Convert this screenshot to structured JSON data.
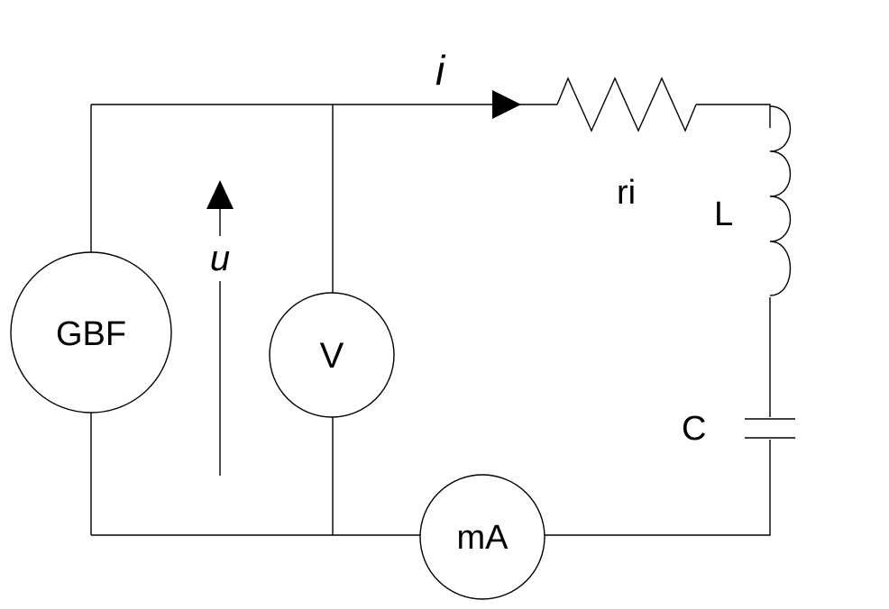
{
  "diagram": {
    "generator_label": "GBF",
    "voltmeter_label": "V",
    "ammeter_label": "mA",
    "current_label": "i",
    "voltage_label": "u",
    "resistor_label": "ri",
    "inductor_label": "L",
    "capacitor_label": "C"
  },
  "colors": {
    "line": "#000000",
    "background": "#ffffff"
  }
}
